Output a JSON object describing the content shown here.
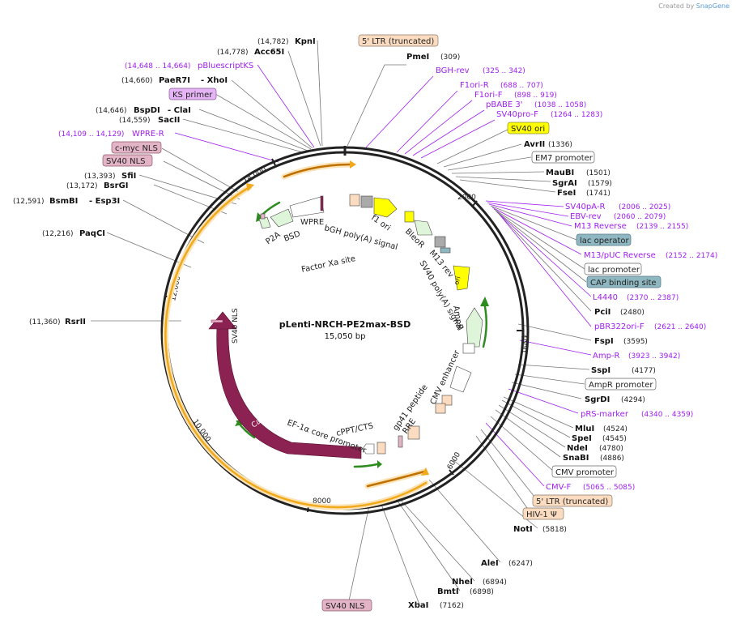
{
  "plasmid": {
    "name": "pLenti-NRCH-PE2max-BSD",
    "size": "15,050 bp"
  },
  "credit": {
    "prefix": "Created by",
    "brand": "SnapGene"
  },
  "ticks": [
    "2000",
    "4000",
    "6000",
    "8000",
    "10,000",
    "12,000",
    "14,000"
  ],
  "colors": {
    "backbone": "#222222",
    "enzyme_line": "#777777",
    "primer": "#a020f0",
    "cas9": "#8b2252",
    "orf_light": "#dff5da",
    "orf_dark": "#2e8b20",
    "ori": "#ffff00",
    "ltr": "#fbdcc0",
    "nls": "#e3b4c6",
    "lac": "#8fb7c2",
    "ks": "#e4b4f4",
    "arc_orange": "#f1a91a"
  },
  "enzymes": [
    {
      "pos": "(309)",
      "name": "PmeI"
    },
    {
      "pos": "(1336)",
      "name": "AvrII"
    },
    {
      "pos": "(1501)",
      "name": "MauBI"
    },
    {
      "pos": "(1579)",
      "name": "SgrAI"
    },
    {
      "pos": "(1741)",
      "name": "FseI"
    },
    {
      "pos": "(2480)",
      "name": "PciI"
    },
    {
      "pos": "(3595)",
      "name": "FspI"
    },
    {
      "pos": "(4177)",
      "name": "SspI"
    },
    {
      "pos": "(4294)",
      "name": "SgrDI"
    },
    {
      "pos": "(4524)",
      "name": "MluI"
    },
    {
      "pos": "(4545)",
      "name": "SpeI"
    },
    {
      "pos": "(4780)",
      "name": "NdeI"
    },
    {
      "pos": "(4886)",
      "name": "SnaBI"
    },
    {
      "pos": "(5818)",
      "name": "NotI"
    },
    {
      "pos": "(6247)",
      "name": "AleI"
    },
    {
      "pos": "(6894)",
      "name": "NheI"
    },
    {
      "pos": "(6898)",
      "name": "BmtI"
    },
    {
      "pos": "(7162)",
      "name": "XbaI"
    },
    {
      "pos": "(11,360)",
      "name": "RsrII"
    },
    {
      "pos": "(12,216)",
      "name": "PaqCI"
    },
    {
      "pos": "(12,591)",
      "name": "BsmBI",
      "extra": "- Esp3I"
    },
    {
      "pos": "(13,172)",
      "name": "BsrGI"
    },
    {
      "pos": "(13,393)",
      "name": "SfiI"
    },
    {
      "pos": "(14,559)",
      "name": "SacII"
    },
    {
      "pos": "(14,646)",
      "name": "BspDI",
      "extra": "- ClaI"
    },
    {
      "pos": "(14,660)",
      "name": "PaeR7I",
      "extra": "- XhoI"
    },
    {
      "pos": "(14,778)",
      "name": "Acc65I"
    },
    {
      "pos": "(14,782)",
      "name": "KpnI"
    }
  ],
  "primers": [
    {
      "name": "BGH-rev",
      "range": "(325 .. 342)"
    },
    {
      "name": "F1ori-R",
      "range": "(688 .. 707)"
    },
    {
      "name": "F1ori-F",
      "range": "(898 .. 919)"
    },
    {
      "name": "pBABE 3'",
      "range": "(1038 .. 1058)"
    },
    {
      "name": "SV40pro-F",
      "range": "(1264 .. 1283)"
    },
    {
      "name": "SV40pA-R",
      "range": "(2006 .. 2025)"
    },
    {
      "name": "EBV-rev",
      "range": "(2060 .. 2079)"
    },
    {
      "name": "M13 Reverse",
      "range": "(2139 .. 2155)"
    },
    {
      "name": "M13/pUC Reverse",
      "range": "(2152 .. 2174)"
    },
    {
      "name": "L4440",
      "range": "(2370 .. 2387)"
    },
    {
      "name": "pBR322ori-F",
      "range": "(2621 .. 2640)"
    },
    {
      "name": "Amp-R",
      "range": "(3923 .. 3942)"
    },
    {
      "name": "pRS-marker",
      "range": "(4340 .. 4359)"
    },
    {
      "name": "CMV-F",
      "range": "(5065 .. 5085)"
    },
    {
      "name": "WPRE-R",
      "range": "(14,109 .. 14,129)"
    },
    {
      "name": "pBluescriptKS",
      "range": "(14,648 .. 14,664)"
    }
  ],
  "boxed_features": [
    {
      "name": "5' LTR (truncated)",
      "style": "ltr"
    },
    {
      "name": "SV40 ori",
      "style": "ori"
    },
    {
      "name": "EM7 promoter",
      "style": "white"
    },
    {
      "name": "lac operator",
      "style": "lac"
    },
    {
      "name": "lac promoter",
      "style": "white"
    },
    {
      "name": "CAP binding site",
      "style": "lac"
    },
    {
      "name": "AmpR promoter",
      "style": "white"
    },
    {
      "name": "CMV promoter",
      "style": "white"
    },
    {
      "name": "5' LTR (truncated)",
      "style": "ltr"
    },
    {
      "name": "HIV-1 Ψ",
      "style": "ltr"
    },
    {
      "name": "SV40 NLS",
      "style": "nls"
    },
    {
      "name": "KS primer",
      "style": "ks"
    },
    {
      "name": "c-myc NLS",
      "style": "nls"
    },
    {
      "name": "SV40 NLS",
      "style": "nls"
    }
  ],
  "inner_labels": [
    "f1 ori",
    "bGH poly(A) signal",
    "WPRE",
    "BSD",
    "P2A",
    "Factor Xa site",
    "BleoR",
    "M13 rev",
    "SV40 poly(A) signal",
    "ori",
    "AmpR",
    "CMV enhancer",
    "gp41 peptide",
    "RRE",
    "cPPT/CTS",
    "EF-1α core promoter",
    "Cas9",
    "SV40 NLS"
  ]
}
